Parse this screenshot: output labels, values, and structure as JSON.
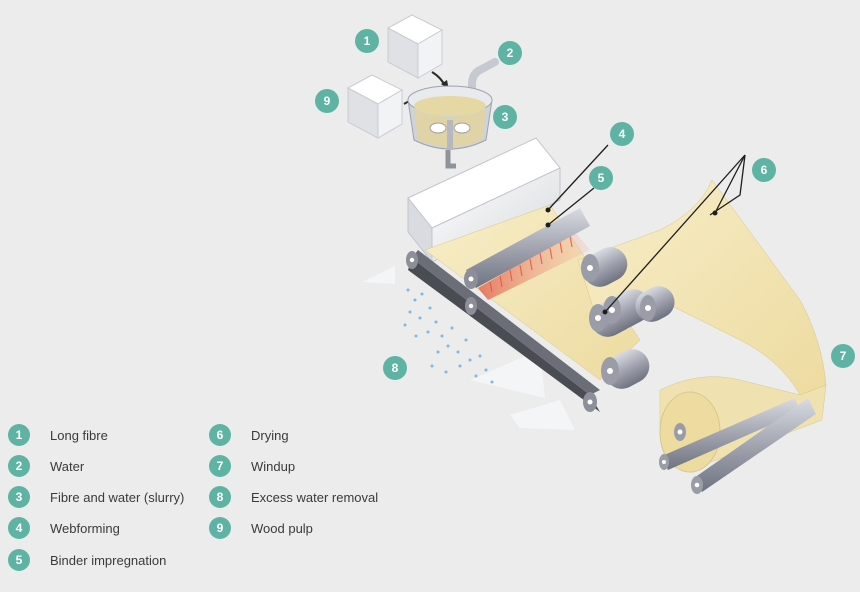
{
  "legend": [
    {
      "num": "1",
      "label": "Long fibre"
    },
    {
      "num": "2",
      "label": "Water"
    },
    {
      "num": "3",
      "label": "Fibre and water (slurry)"
    },
    {
      "num": "4",
      "label": "Webforming"
    },
    {
      "num": "5",
      "label": "Binder impregnation"
    },
    {
      "num": "6",
      "label": "Drying"
    },
    {
      "num": "7",
      "label": "Windup"
    },
    {
      "num": "8",
      "label": "Excess water removal"
    },
    {
      "num": "9",
      "label": "Wood pulp"
    }
  ],
  "colors": {
    "badge": "#5fb3a4",
    "paper": "#f3e6b8",
    "background": "#ececec"
  }
}
